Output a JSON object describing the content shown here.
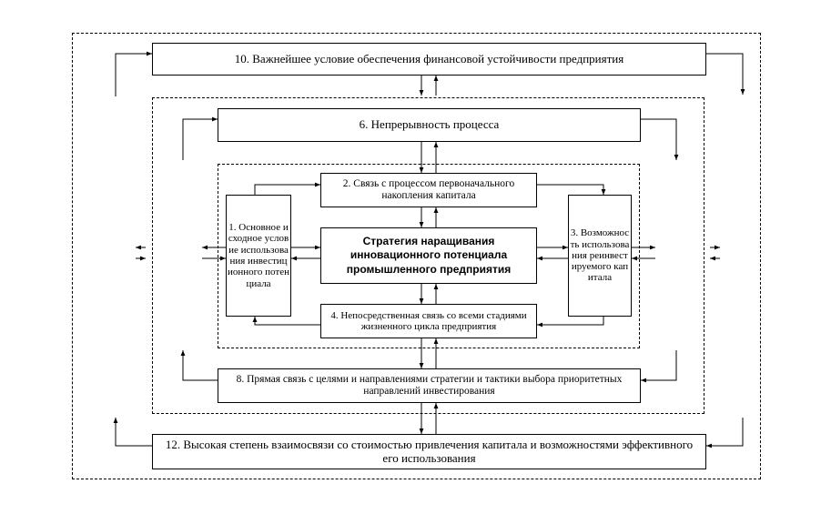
{
  "diagram": {
    "center": {
      "text": "Стратегия наращивания инновационного потенциала промышленного предприятия"
    },
    "box1": {
      "text": "1. Основное исходное условие использования инвестиционного потенциала"
    },
    "box2": {
      "text": "2. Связь с процессом первоначального накопления капитала"
    },
    "box3": {
      "text": "3. Возможность использования реинвестируемого капитала"
    },
    "box4": {
      "text": "4. Непосредственная связь со всеми стадиями жизненного цикла предприятия"
    },
    "box6": {
      "text": "6. Непрерывность процесса"
    },
    "box8": {
      "text": "8. Прямая связь с целями и направлениями стратегии и тактики выбора приоритетных направлений инвестирования"
    },
    "box10": {
      "text": "10. Важнейшее условие обеспечения финансовой устойчивости предприятия"
    },
    "box12": {
      "text": "12. Высокая степень взаимосвязи со стоимостью привлечения капитала и возможностями эффективного его использования"
    }
  }
}
